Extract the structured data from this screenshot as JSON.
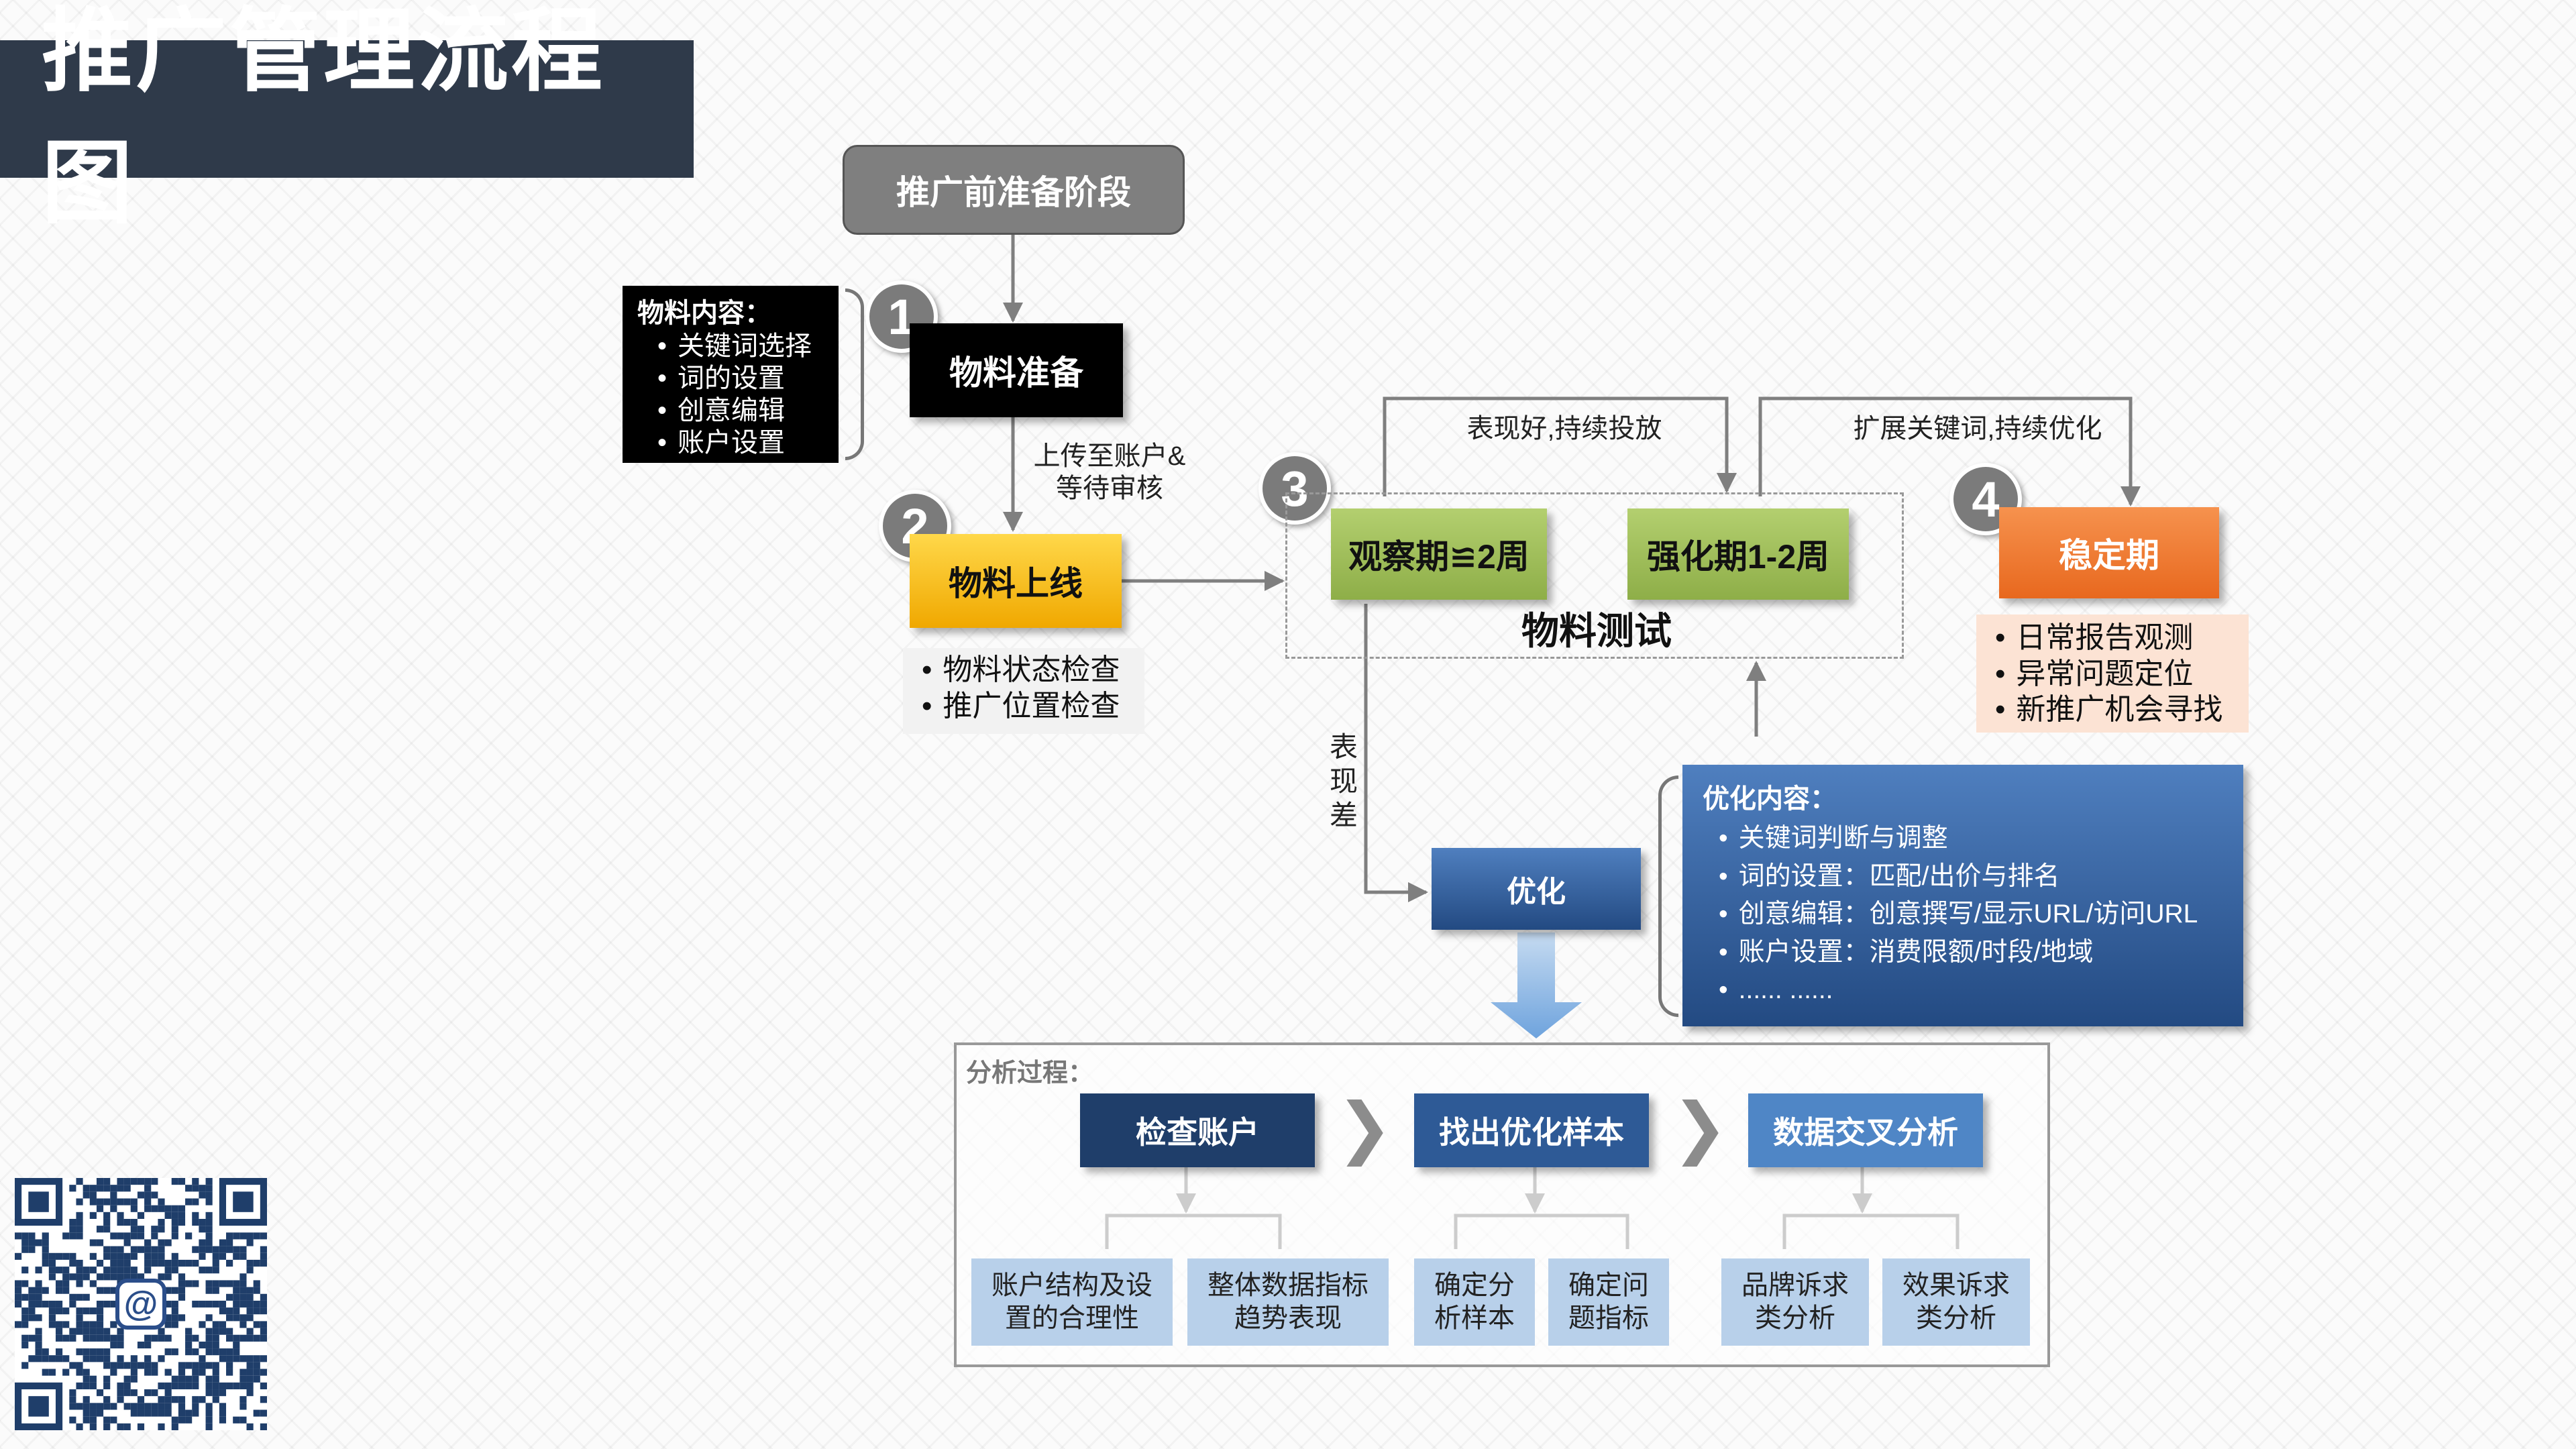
{
  "page_title": "推广管理流程图",
  "nodes": {
    "prep": "推广前准备阶段",
    "material_prep": "物料准备",
    "material_online": "物料上线",
    "observe": "观察期≌2周",
    "strengthen": "强化期1-2周",
    "material_test": "物料测试",
    "stable": "稳定期",
    "optimize": "优化"
  },
  "step_numbers": [
    "1",
    "2",
    "3",
    "4"
  ],
  "edge_labels": {
    "upload": "上传至账户&",
    "upload_2": "等待审核",
    "perform_good": "表现好,持续投放",
    "expand": "扩展关键词,持续优化",
    "perform_bad": "表现差"
  },
  "material_content": {
    "title": "物料内容：",
    "items": [
      "关键词选择",
      "词的设置",
      "创意编辑",
      "账户设置"
    ]
  },
  "online_checks": [
    "物料状态检查",
    "推广位置检查"
  ],
  "stable_items": [
    "日常报告观测",
    "异常问题定位",
    "新推广机会寻找"
  ],
  "optimize_content": {
    "title": "优化内容：",
    "items": [
      "关键词判断与调整",
      "词的设置：匹配/出价与排名",
      "创意编辑：创意撰写/显示URL/访问URL",
      "账户设置：消费限额/时段/地域",
      "...... ......"
    ]
  },
  "analysis": {
    "title": "分析过程：",
    "steps": [
      {
        "label": "检查账户",
        "children": [
          "账户结构及设",
          "置的合理性",
          "整体数据指标",
          "趋势表现"
        ]
      },
      {
        "label": "找出优化样本",
        "children": [
          "确定分",
          "析样本",
          "确定问",
          "题指标"
        ]
      },
      {
        "label": "数据交叉分析",
        "children": [
          "品牌诉求",
          "类分析",
          "效果诉求",
          "类分析"
        ]
      }
    ]
  },
  "qr_center_icon": "@",
  "colors": {
    "banner": "#2f3a4a",
    "prep": "#7f7f7f",
    "black_node": "#000000",
    "yellow": "#f5b800",
    "green": "#9bbb59",
    "orange": "#f0782f",
    "blue": "#2e5a96",
    "light_blue_leaf": "#b8d0ea"
  }
}
